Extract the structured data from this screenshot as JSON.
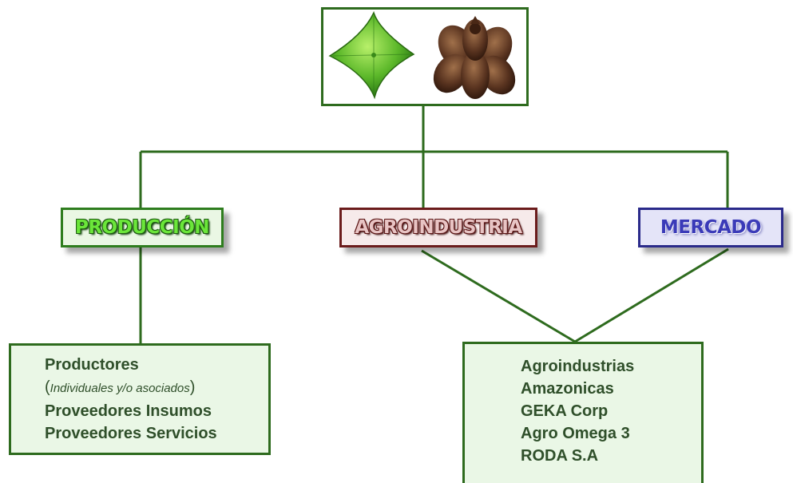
{
  "colors": {
    "connector": "#2e6b1e",
    "produccion_text": "#6be63a",
    "agroindustria_text": "#e8c4c4",
    "mercado_text": "#3a3ab8",
    "list_background": "#eaf7e6"
  },
  "top_images": {
    "icons": [
      "sacha-inchi-green-pod-icon",
      "sacha-inchi-dried-pod-icon"
    ]
  },
  "categories": {
    "produccion": "PRODUCCIÓN",
    "agroindustria": "AGROINDUSTRIA",
    "mercado": "MERCADO"
  },
  "produccion_box": {
    "line1": "Productores",
    "note_open": "(",
    "note_italic": "Individuales y/o asociados",
    "note_close": ")",
    "line3": "Proveedores Insumos",
    "line4": "Proveedores Servicios"
  },
  "agroindustria_box": {
    "items": [
      "Agroindustrias",
      "Amazonicas",
      "GEKA Corp",
      "Agro Omega 3",
      "RODA S.A"
    ]
  }
}
